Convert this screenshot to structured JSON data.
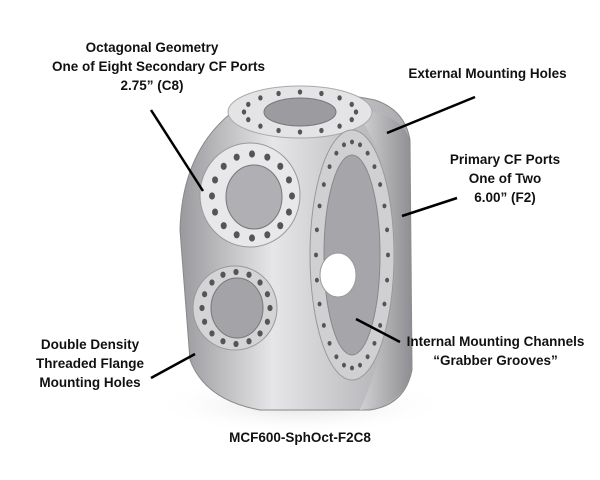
{
  "labels": {
    "octagonal": [
      "Octagonal Geometry",
      "One of Eight Secondary CF Ports",
      "2.75” (C8)"
    ],
    "external": "External Mounting Holes",
    "primary": [
      "Primary CF Ports",
      "One of Two",
      "6.00” (F2)"
    ],
    "double": [
      "Double Density",
      "Threaded Flange",
      "Mounting Holes"
    ],
    "internal": [
      "Internal Mounting Channels",
      "“Grabber Grooves”"
    ]
  },
  "model": "MCF600-SphOct-F2C8",
  "colors": {
    "metal": "#c8c8ca",
    "metal_dark": "#8a8a8e",
    "text": "#111111"
  }
}
